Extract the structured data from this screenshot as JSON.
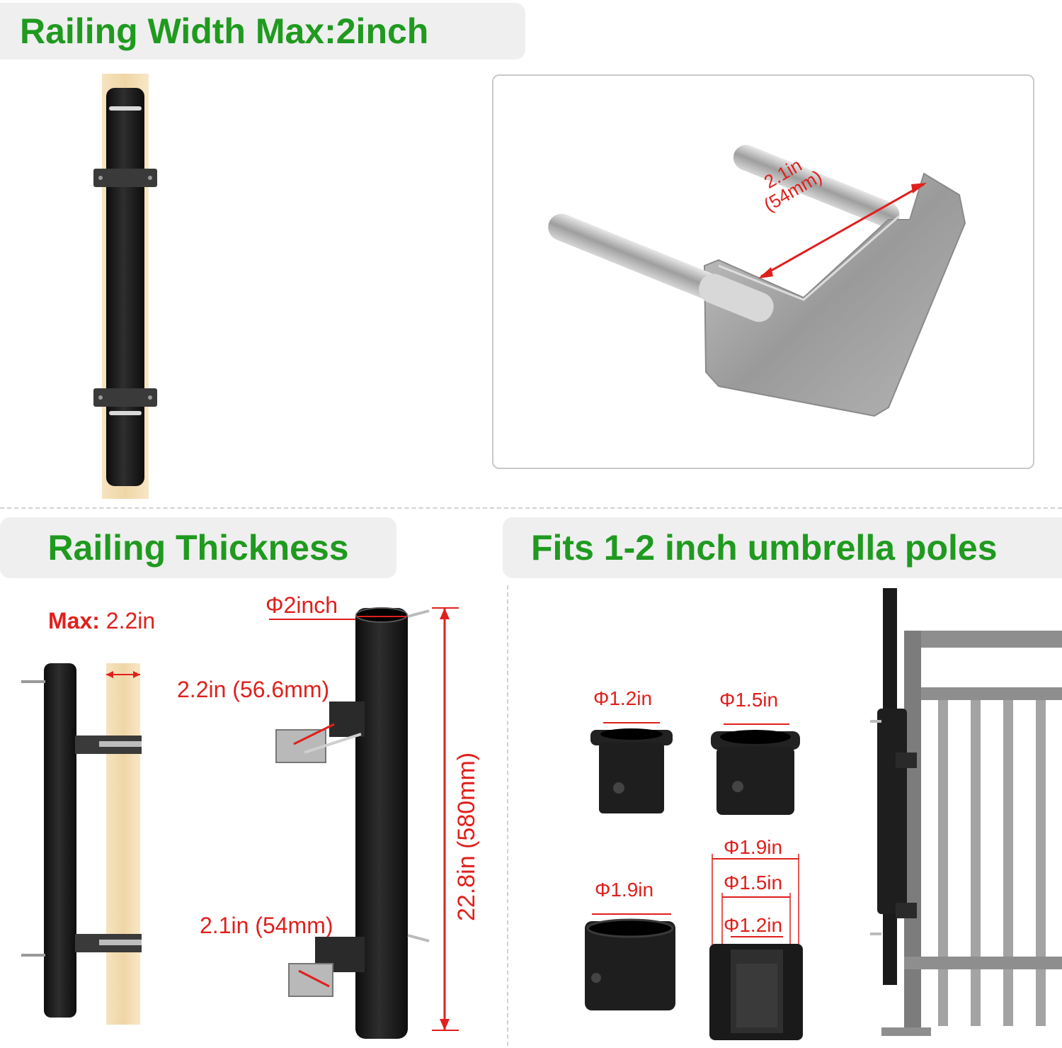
{
  "banners": {
    "railing_width": "Railing Width Max:2inch",
    "railing_thickness": "Railing Thickness",
    "fits_poles": "Fits 1-2 inch umbrella poles"
  },
  "clip": {
    "dim_in": "2.1in",
    "dim_mm": "(54mm)"
  },
  "thickness": {
    "max_label": "Max:",
    "max_value": " 2.2in"
  },
  "holder": {
    "diameter": "Φ2inch",
    "top_clip": "2.2in (56.6mm)",
    "bottom_clip": "2.1in (54mm)",
    "height": "22.8in (580mm)"
  },
  "adapters": {
    "a1": "Φ1.2in",
    "a2": "Φ1.5in",
    "a3": "Φ1.9in",
    "stack_outer": "Φ1.9in",
    "stack_mid": "Φ1.5in",
    "stack_inner": "Φ1.2in"
  },
  "colors": {
    "banner_text": "#1f9a1f",
    "dimension_red": "#e0201c",
    "pole_black": "#1b1b1b",
    "wood": "#f3dcb2",
    "metal": "#a8a8a8"
  }
}
